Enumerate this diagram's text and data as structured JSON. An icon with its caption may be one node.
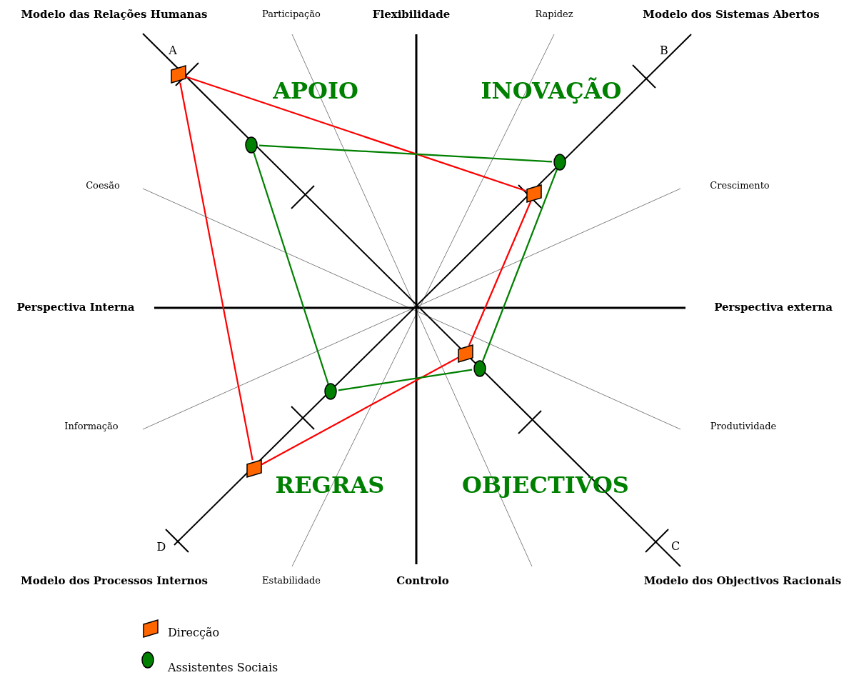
{
  "diagram": {
    "nodes": [
      {
        "text": [],
        "shape": "box"
      },
      {
        "text": [],
        "shape": "box"
      },
      {
        "text": [],
        "shape": "box"
      },
      {
        "text": [],
        "shape": "box"
      },
      {
        "text": [],
        "shape": "circle"
      },
      {
        "text": [],
        "shape": "circle"
      },
      {
        "text": [],
        "shape": "circle"
      },
      {
        "text": [],
        "shape": "circle"
      }
    ],
    "edges": [
      {
        "from": 0,
        "to": 1,
        "arrow": "none",
        "color": "#ff0000"
      },
      {
        "from": 1,
        "to": 2,
        "arrow": "none",
        "color": "#ff0000"
      },
      {
        "from": 2,
        "to": 3,
        "arrow": "none",
        "color": "#ff0000"
      },
      {
        "from": 3,
        "to": 0,
        "arrow": "none",
        "color": "#ff0000"
      },
      {
        "from": 4,
        "to": 5,
        "arrow": "none",
        "color": "#008000"
      },
      {
        "from": 5,
        "to": 6,
        "arrow": "none",
        "color": "#008000"
      },
      {
        "from": 6,
        "to": 7,
        "arrow": "none",
        "color": "#008000"
      },
      {
        "from": 7,
        "to": 4,
        "arrow": "none",
        "color": "#008000"
      }
    ],
    "labels": [
      "Modelo das Relações Humanas",
      "Participação",
      "Flexibilidade",
      "Rapidez",
      "Modelo dos Sistemas Abertos",
      "A",
      "B",
      "APOIO",
      "INOVAÇÃO",
      "Coesão",
      "Crescimento",
      "Perspectiva Interna",
      "Perspectiva externa",
      "Informação",
      "Produtividade",
      "REGRAS",
      "OBJECTIVOS",
      "D",
      "C",
      "Modelo dos Processos Internos",
      "Estabilidade",
      "Controlo",
      "Modelo dos Objectivos Racionais"
    ],
    "legend": [
      {
        "text": "Direcção"
      },
      {
        "text": "Assistentes Sociais"
      }
    ]
  }
}
